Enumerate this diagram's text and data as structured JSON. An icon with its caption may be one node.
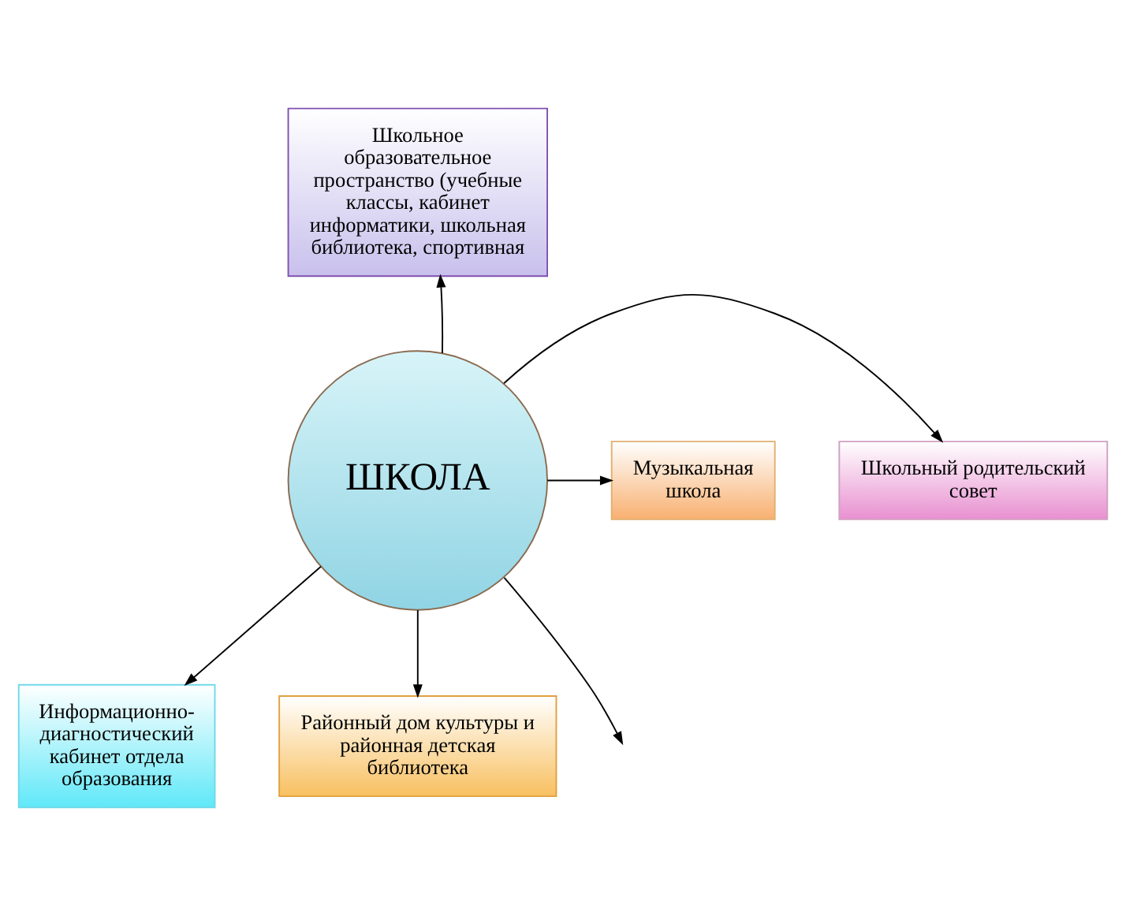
{
  "diagram": {
    "nodes": [
      {
        "text": [
          "Школьное образовательное пространство (учебные классы, кабинет информатики, школьная библиотека, спортивная"
        ]
      },
      {
        "text": [
          "Школьный родительский совет"
        ]
      },
      {
        "text": [
          "ШКОЛА"
        ]
      },
      {
        "text": [
          "Музыкальная школа"
        ]
      },
      {
        "text": [
          "Информационно-диагностический кабинет отдела образования"
        ]
      },
      {
        "text": [
          "Районный дом культуры и районная детская библиотека"
        ]
      }
    ],
    "edges": [
      {
        "from": 2,
        "to": 0,
        "arrow": "to"
      },
      {
        "from": 2,
        "to": 1,
        "arrow": "to"
      },
      {
        "from": 2,
        "to": 3,
        "arrow": "to"
      },
      {
        "from": 2,
        "to": 4,
        "arrow": "to"
      },
      {
        "from": 2,
        "to": 5,
        "arrow": "to"
      },
      {
        "from": 2,
        "to": null,
        "arrow": "to"
      }
    ]
  }
}
